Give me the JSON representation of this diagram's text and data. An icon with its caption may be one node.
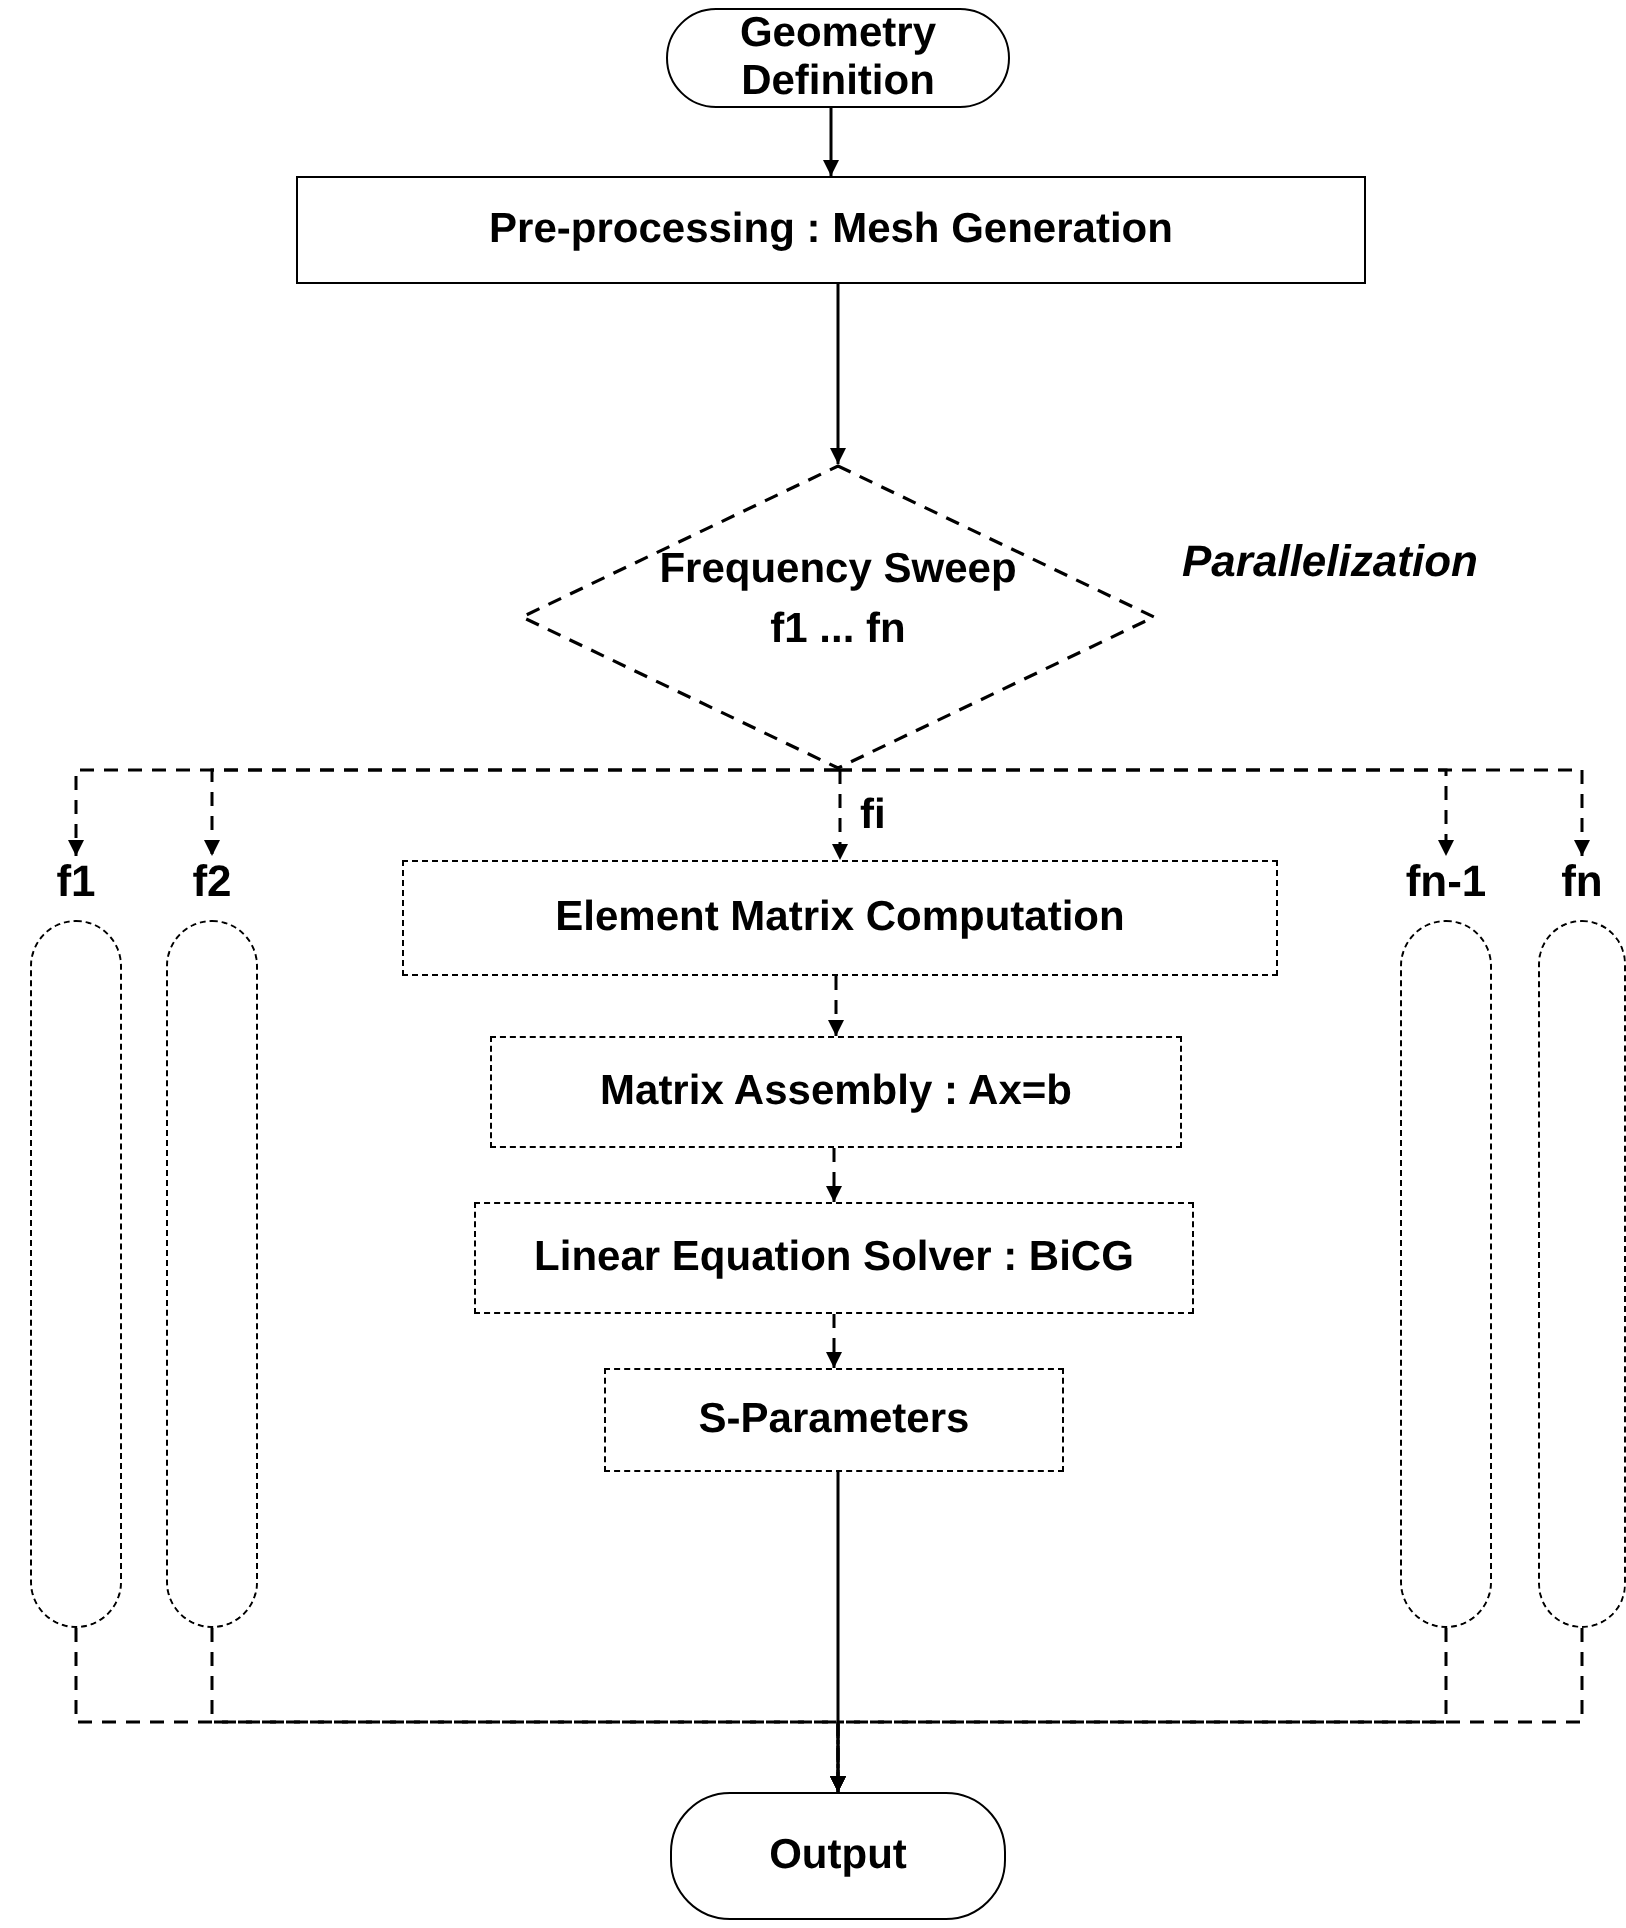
{
  "diagram": {
    "nodes": [
      {
        "text": [
          "Geometry Definition"
        ]
      },
      {
        "text": [
          "Pre-processing : Mesh Generation"
        ]
      },
      {
        "text": [
          "Frequency Sweep f1 ... fn"
        ]
      },
      {
        "text": [
          "f1"
        ]
      },
      {
        "text": [
          "f2"
        ]
      },
      {
        "text": [
          "Element Matrix Computation"
        ]
      },
      {
        "text": [
          "Matrix Assembly : Ax=b"
        ]
      },
      {
        "text": [
          "Linear Equation Solver : BiCG"
        ]
      },
      {
        "text": [
          "S-Parameters"
        ]
      },
      {
        "text": [
          "fn-1"
        ]
      },
      {
        "text": [
          "fn"
        ]
      },
      {
        "text": [
          "Output"
        ]
      }
    ],
    "edges": [
      {
        "from": 0,
        "to": 1,
        "arrow": "to"
      },
      {
        "from": 1,
        "to": 2,
        "arrow": "to"
      },
      {
        "from": 2,
        "to": 3,
        "arrow": "to",
        "style": "dashed"
      },
      {
        "from": 2,
        "to": 4,
        "arrow": "to",
        "style": "dashed"
      },
      {
        "from": 2,
        "to": 5,
        "arrow": "to",
        "style": "dashed",
        "label": "fi"
      },
      {
        "from": 2,
        "to": 9,
        "arrow": "to",
        "style": "dashed"
      },
      {
        "from": 2,
        "to": 10,
        "arrow": "to",
        "style": "dashed"
      },
      {
        "from": 5,
        "to": 6,
        "arrow": "to",
        "style": "dashed"
      },
      {
        "from": 6,
        "to": 7,
        "arrow": "to",
        "style": "dashed"
      },
      {
        "from": 7,
        "to": 8,
        "arrow": "to",
        "style": "dashed"
      },
      {
        "from": 3,
        "to": 11,
        "arrow": "to",
        "style": "dashed"
      },
      {
        "from": 4,
        "to": 11,
        "arrow": "to",
        "style": "dashed"
      },
      {
        "from": 8,
        "to": 11,
        "arrow": "to"
      },
      {
        "from": 9,
        "to": 11,
        "arrow": "to",
        "style": "dashed"
      },
      {
        "from": 10,
        "to": 11,
        "arrow": "to",
        "style": "dashed"
      }
    ],
    "labels": [
      "Parallelization"
    ]
  }
}
